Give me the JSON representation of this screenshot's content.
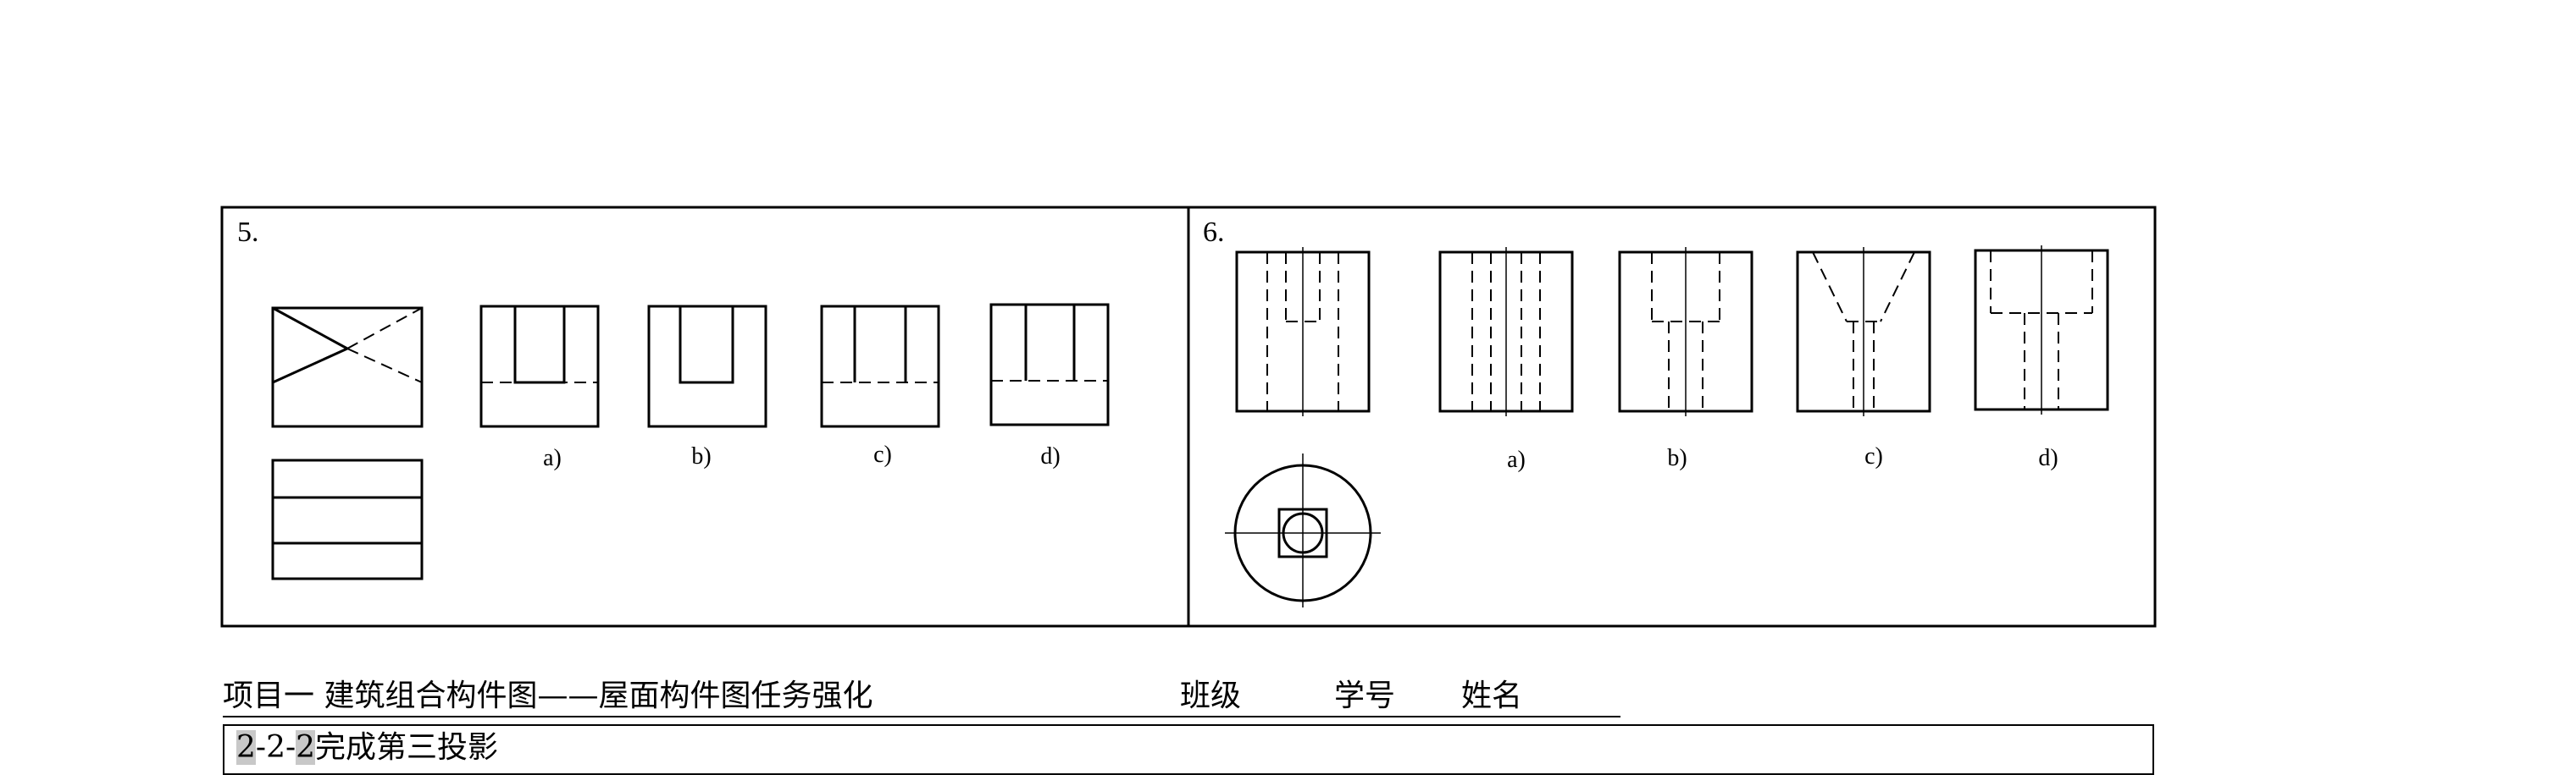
{
  "problems": [
    {
      "number": "5.",
      "options": [
        "a)",
        "b)",
        "c)",
        "d)"
      ]
    },
    {
      "number": "6.",
      "options": [
        "a)",
        "b)",
        "c)",
        "d)"
      ]
    }
  ],
  "header": {
    "project": "项目一  建筑组合构件图——屋面构件图任务强化",
    "class_label": "班级",
    "student_id_label": "学号",
    "name_label": "姓名"
  },
  "task": {
    "code_a": "2",
    "code_b": "-2-",
    "code_c": "2",
    "title": "完成第三投影"
  }
}
